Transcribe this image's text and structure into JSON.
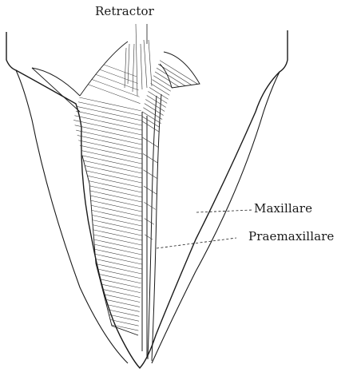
{
  "labels": {
    "retractor": "Retractor",
    "maxillare": "Maxillare",
    "praemaxillare": "Praemaxillare"
  },
  "colors": {
    "ink": "#1a1a1a",
    "background": "#ffffff"
  }
}
